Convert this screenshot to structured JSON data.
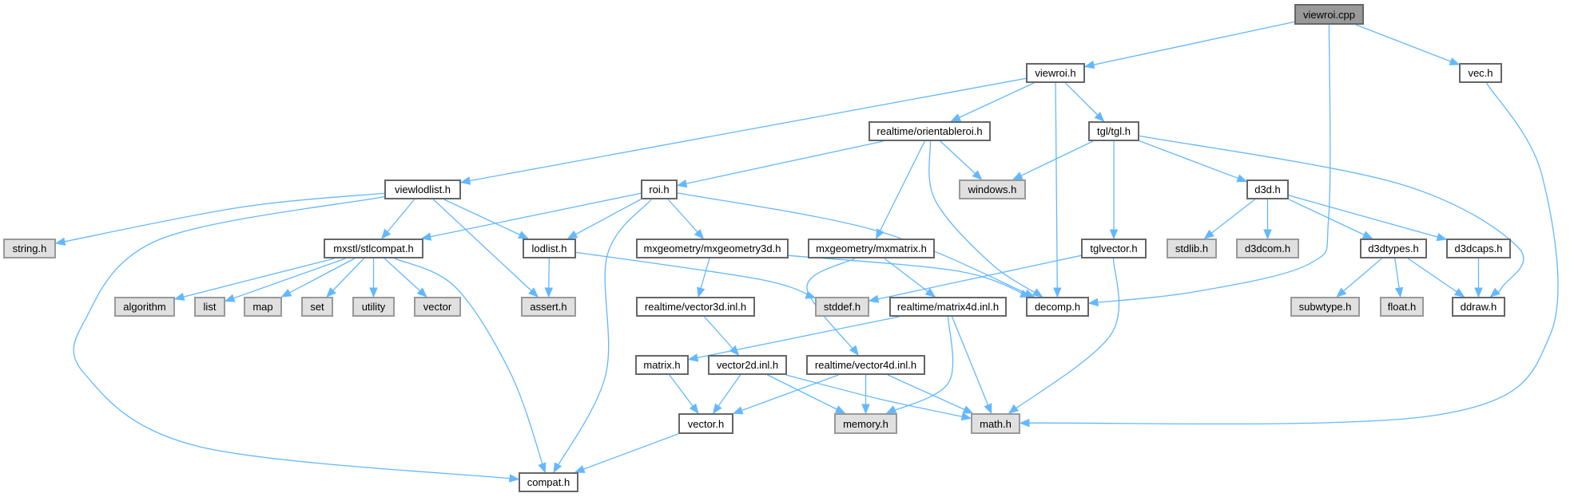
{
  "graph": {
    "type": "include-dependency-graph",
    "colors": {
      "edge": "#63b8ff",
      "current_fill": "#999999",
      "system_fill": "#e0e0e0",
      "normal_fill": "#ffffff",
      "border": "#666666"
    },
    "nodes": [
      {
        "id": "viewroi_cpp",
        "label": "viewroi.cpp",
        "kind": "current"
      },
      {
        "id": "vec_h",
        "label": "vec.h",
        "kind": "normal"
      },
      {
        "id": "viewroi_h",
        "label": "viewroi.h",
        "kind": "normal"
      },
      {
        "id": "orientableroi_h",
        "label": "realtime/orientableroi.h",
        "kind": "normal"
      },
      {
        "id": "tgl_h",
        "label": "tgl/tgl.h",
        "kind": "normal"
      },
      {
        "id": "viewlodlist_h",
        "label": "viewlodlist.h",
        "kind": "normal"
      },
      {
        "id": "roi_h",
        "label": "roi.h",
        "kind": "normal"
      },
      {
        "id": "windows_h",
        "label": "windows.h",
        "kind": "system"
      },
      {
        "id": "d3d_h",
        "label": "d3d.h",
        "kind": "normal"
      },
      {
        "id": "string_h",
        "label": "string.h",
        "kind": "system"
      },
      {
        "id": "stlcompat_h",
        "label": "mxstl/stlcompat.h",
        "kind": "normal"
      },
      {
        "id": "lodlist_h",
        "label": "lodlist.h",
        "kind": "normal"
      },
      {
        "id": "mxgeometry3d_h",
        "label": "mxgeometry/mxgeometry3d.h",
        "kind": "normal"
      },
      {
        "id": "mxmatrix_h",
        "label": "mxgeometry/mxmatrix.h",
        "kind": "normal"
      },
      {
        "id": "tglvector_h",
        "label": "tglvector.h",
        "kind": "normal"
      },
      {
        "id": "stdlib_h",
        "label": "stdlib.h",
        "kind": "system"
      },
      {
        "id": "d3dcom_h",
        "label": "d3dcom.h",
        "kind": "system"
      },
      {
        "id": "d3dtypes_h",
        "label": "d3dtypes.h",
        "kind": "normal"
      },
      {
        "id": "d3dcaps_h",
        "label": "d3dcaps.h",
        "kind": "normal"
      },
      {
        "id": "algorithm",
        "label": "algorithm",
        "kind": "system"
      },
      {
        "id": "list",
        "label": "list",
        "kind": "system"
      },
      {
        "id": "map",
        "label": "map",
        "kind": "system"
      },
      {
        "id": "set",
        "label": "set",
        "kind": "system"
      },
      {
        "id": "utility",
        "label": "utility",
        "kind": "system"
      },
      {
        "id": "vector",
        "label": "vector",
        "kind": "system"
      },
      {
        "id": "assert_h",
        "label": "assert.h",
        "kind": "system"
      },
      {
        "id": "stddef_h",
        "label": "stddef.h",
        "kind": "system"
      },
      {
        "id": "vector3d_inl_h",
        "label": "realtime/vector3d.inl.h",
        "kind": "normal"
      },
      {
        "id": "matrix4d_inl_h",
        "label": "realtime/matrix4d.inl.h",
        "kind": "normal"
      },
      {
        "id": "decomp_h",
        "label": "decomp.h",
        "kind": "normal"
      },
      {
        "id": "subwtype_h",
        "label": "subwtype.h",
        "kind": "system"
      },
      {
        "id": "float_h",
        "label": "float.h",
        "kind": "system"
      },
      {
        "id": "ddraw_h",
        "label": "ddraw.h",
        "kind": "normal"
      },
      {
        "id": "matrix_h",
        "label": "matrix.h",
        "kind": "normal"
      },
      {
        "id": "vector2d_inl_h",
        "label": "vector2d.inl.h",
        "kind": "normal"
      },
      {
        "id": "vector4d_inl_h",
        "label": "realtime/vector4d.inl.h",
        "kind": "normal"
      },
      {
        "id": "vector_h",
        "label": "vector.h",
        "kind": "normal"
      },
      {
        "id": "memory_h",
        "label": "memory.h",
        "kind": "system"
      },
      {
        "id": "math_h",
        "label": "math.h",
        "kind": "system"
      },
      {
        "id": "compat_h",
        "label": "compat.h",
        "kind": "normal"
      }
    ],
    "edges": [
      [
        "viewroi_cpp",
        "viewroi_h"
      ],
      [
        "viewroi_cpp",
        "decomp_h"
      ],
      [
        "viewroi_cpp",
        "vec_h"
      ],
      [
        "vec_h",
        "math_h"
      ],
      [
        "viewroi_h",
        "viewlodlist_h"
      ],
      [
        "viewroi_h",
        "orientableroi_h"
      ],
      [
        "viewroi_h",
        "tgl_h"
      ],
      [
        "viewroi_h",
        "decomp_h"
      ],
      [
        "orientableroi_h",
        "roi_h"
      ],
      [
        "orientableroi_h",
        "windows_h"
      ],
      [
        "orientableroi_h",
        "mxmatrix_h"
      ],
      [
        "orientableroi_h",
        "decomp_h"
      ],
      [
        "tgl_h",
        "windows_h"
      ],
      [
        "tgl_h",
        "tglvector_h"
      ],
      [
        "tgl_h",
        "d3d_h"
      ],
      [
        "tgl_h",
        "ddraw_h"
      ],
      [
        "d3d_h",
        "stdlib_h"
      ],
      [
        "d3d_h",
        "d3dcom_h"
      ],
      [
        "d3d_h",
        "d3dtypes_h"
      ],
      [
        "d3d_h",
        "d3dcaps_h"
      ],
      [
        "d3dtypes_h",
        "subwtype_h"
      ],
      [
        "d3dtypes_h",
        "float_h"
      ],
      [
        "d3dtypes_h",
        "ddraw_h"
      ],
      [
        "d3dcaps_h",
        "ddraw_h"
      ],
      [
        "viewlodlist_h",
        "string_h"
      ],
      [
        "viewlodlist_h",
        "stlcompat_h"
      ],
      [
        "viewlodlist_h",
        "lodlist_h"
      ],
      [
        "viewlodlist_h",
        "assert_h"
      ],
      [
        "viewlodlist_h",
        "compat_h"
      ],
      [
        "roi_h",
        "stlcompat_h"
      ],
      [
        "roi_h",
        "lodlist_h"
      ],
      [
        "roi_h",
        "mxgeometry3d_h"
      ],
      [
        "roi_h",
        "compat_h"
      ],
      [
        "roi_h",
        "decomp_h"
      ],
      [
        "stlcompat_h",
        "algorithm"
      ],
      [
        "stlcompat_h",
        "list"
      ],
      [
        "stlcompat_h",
        "map"
      ],
      [
        "stlcompat_h",
        "set"
      ],
      [
        "stlcompat_h",
        "utility"
      ],
      [
        "stlcompat_h",
        "vector"
      ],
      [
        "stlcompat_h",
        "compat_h"
      ],
      [
        "lodlist_h",
        "assert_h"
      ],
      [
        "lodlist_h",
        "stddef_h"
      ],
      [
        "mxgeometry3d_h",
        "vector3d_inl_h"
      ],
      [
        "mxgeometry3d_h",
        "decomp_h"
      ],
      [
        "mxmatrix_h",
        "vector4d_inl_h"
      ],
      [
        "mxmatrix_h",
        "matrix4d_inl_h"
      ],
      [
        "tglvector_h",
        "stddef_h"
      ],
      [
        "tglvector_h",
        "math_h"
      ],
      [
        "matrix4d_inl_h",
        "matrix_h"
      ],
      [
        "matrix4d_inl_h",
        "memory_h"
      ],
      [
        "matrix4d_inl_h",
        "math_h"
      ],
      [
        "vector3d_inl_h",
        "vector2d_inl_h"
      ],
      [
        "vector2d_inl_h",
        "vector_h"
      ],
      [
        "vector2d_inl_h",
        "memory_h"
      ],
      [
        "vector2d_inl_h",
        "math_h"
      ],
      [
        "vector4d_inl_h",
        "vector_h"
      ],
      [
        "vector4d_inl_h",
        "memory_h"
      ],
      [
        "vector4d_inl_h",
        "math_h"
      ],
      [
        "matrix_h",
        "vector_h"
      ],
      [
        "vector_h",
        "compat_h"
      ]
    ]
  }
}
